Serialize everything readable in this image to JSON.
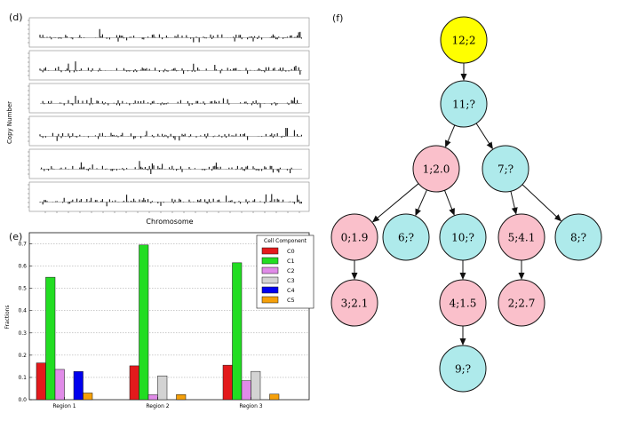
{
  "panels": {
    "d": "(d)",
    "e": "(e)",
    "f": "(f)"
  },
  "panel_d": {
    "ylabel": "Copy Number",
    "xlabel": "Chromosome",
    "track_count": 6
  },
  "chart_data": {
    "type": "bar",
    "categories": [
      "Region 1",
      "Region 2",
      "Region 3"
    ],
    "ylabel": "Fractions",
    "ylim": [
      0,
      0.75
    ],
    "yticks": [
      "0.0",
      "0.1",
      "0.2",
      "0.3",
      "0.4",
      "0.5",
      "0.6",
      "0.7"
    ],
    "grid": true,
    "legend_title": "Cell Component",
    "legend_placement": "outside-right",
    "series": [
      {
        "name": "C0",
        "color": "#e31a1c",
        "values": [
          0.165,
          0.152,
          0.155
        ]
      },
      {
        "name": "C1",
        "color": "#22dd22",
        "values": [
          0.55,
          0.695,
          0.615
        ]
      },
      {
        "name": "C2",
        "color": "#e08be8",
        "values": [
          0.136,
          0.022,
          0.085
        ]
      },
      {
        "name": "C3",
        "color": "#d3d3d3",
        "values": [
          0.0,
          0.107,
          0.127
        ]
      },
      {
        "name": "C4",
        "color": "#0000ee",
        "values": [
          0.127,
          0.0,
          0.0
        ]
      },
      {
        "name": "C5",
        "color": "#f5a00a",
        "values": [
          0.03,
          0.023,
          0.025
        ]
      }
    ]
  },
  "tree": {
    "nodes": [
      {
        "id": "n12",
        "label": "12;2",
        "fill": "#ffff00"
      },
      {
        "id": "n11",
        "label": "11;?",
        "fill": "#aeeaeb"
      },
      {
        "id": "n1",
        "label": "1;2.0",
        "fill": "#fac0cb"
      },
      {
        "id": "n7",
        "label": "7;?",
        "fill": "#aeeaeb"
      },
      {
        "id": "n0",
        "label": "0;1.9",
        "fill": "#fac0cb"
      },
      {
        "id": "n6",
        "label": "6;?",
        "fill": "#aeeaeb"
      },
      {
        "id": "n10",
        "label": "10;?",
        "fill": "#aeeaeb"
      },
      {
        "id": "n5",
        "label": "5;4.1",
        "fill": "#fac0cb"
      },
      {
        "id": "n8",
        "label": "8;?",
        "fill": "#aeeaeb"
      },
      {
        "id": "n3",
        "label": "3;2.1",
        "fill": "#fac0cb"
      },
      {
        "id": "n4",
        "label": "4;1.5",
        "fill": "#fac0cb"
      },
      {
        "id": "n2",
        "label": "2;2.7",
        "fill": "#fac0cb"
      },
      {
        "id": "n9",
        "label": "9;?",
        "fill": "#aeeaeb"
      }
    ],
    "edges": [
      [
        "n12",
        "n11"
      ],
      [
        "n11",
        "n1"
      ],
      [
        "n11",
        "n7"
      ],
      [
        "n1",
        "n0"
      ],
      [
        "n1",
        "n6"
      ],
      [
        "n1",
        "n10"
      ],
      [
        "n7",
        "n5"
      ],
      [
        "n7",
        "n8"
      ],
      [
        "n0",
        "n3"
      ],
      [
        "n10",
        "n4"
      ],
      [
        "n5",
        "n2"
      ],
      [
        "n4",
        "n9"
      ]
    ]
  }
}
